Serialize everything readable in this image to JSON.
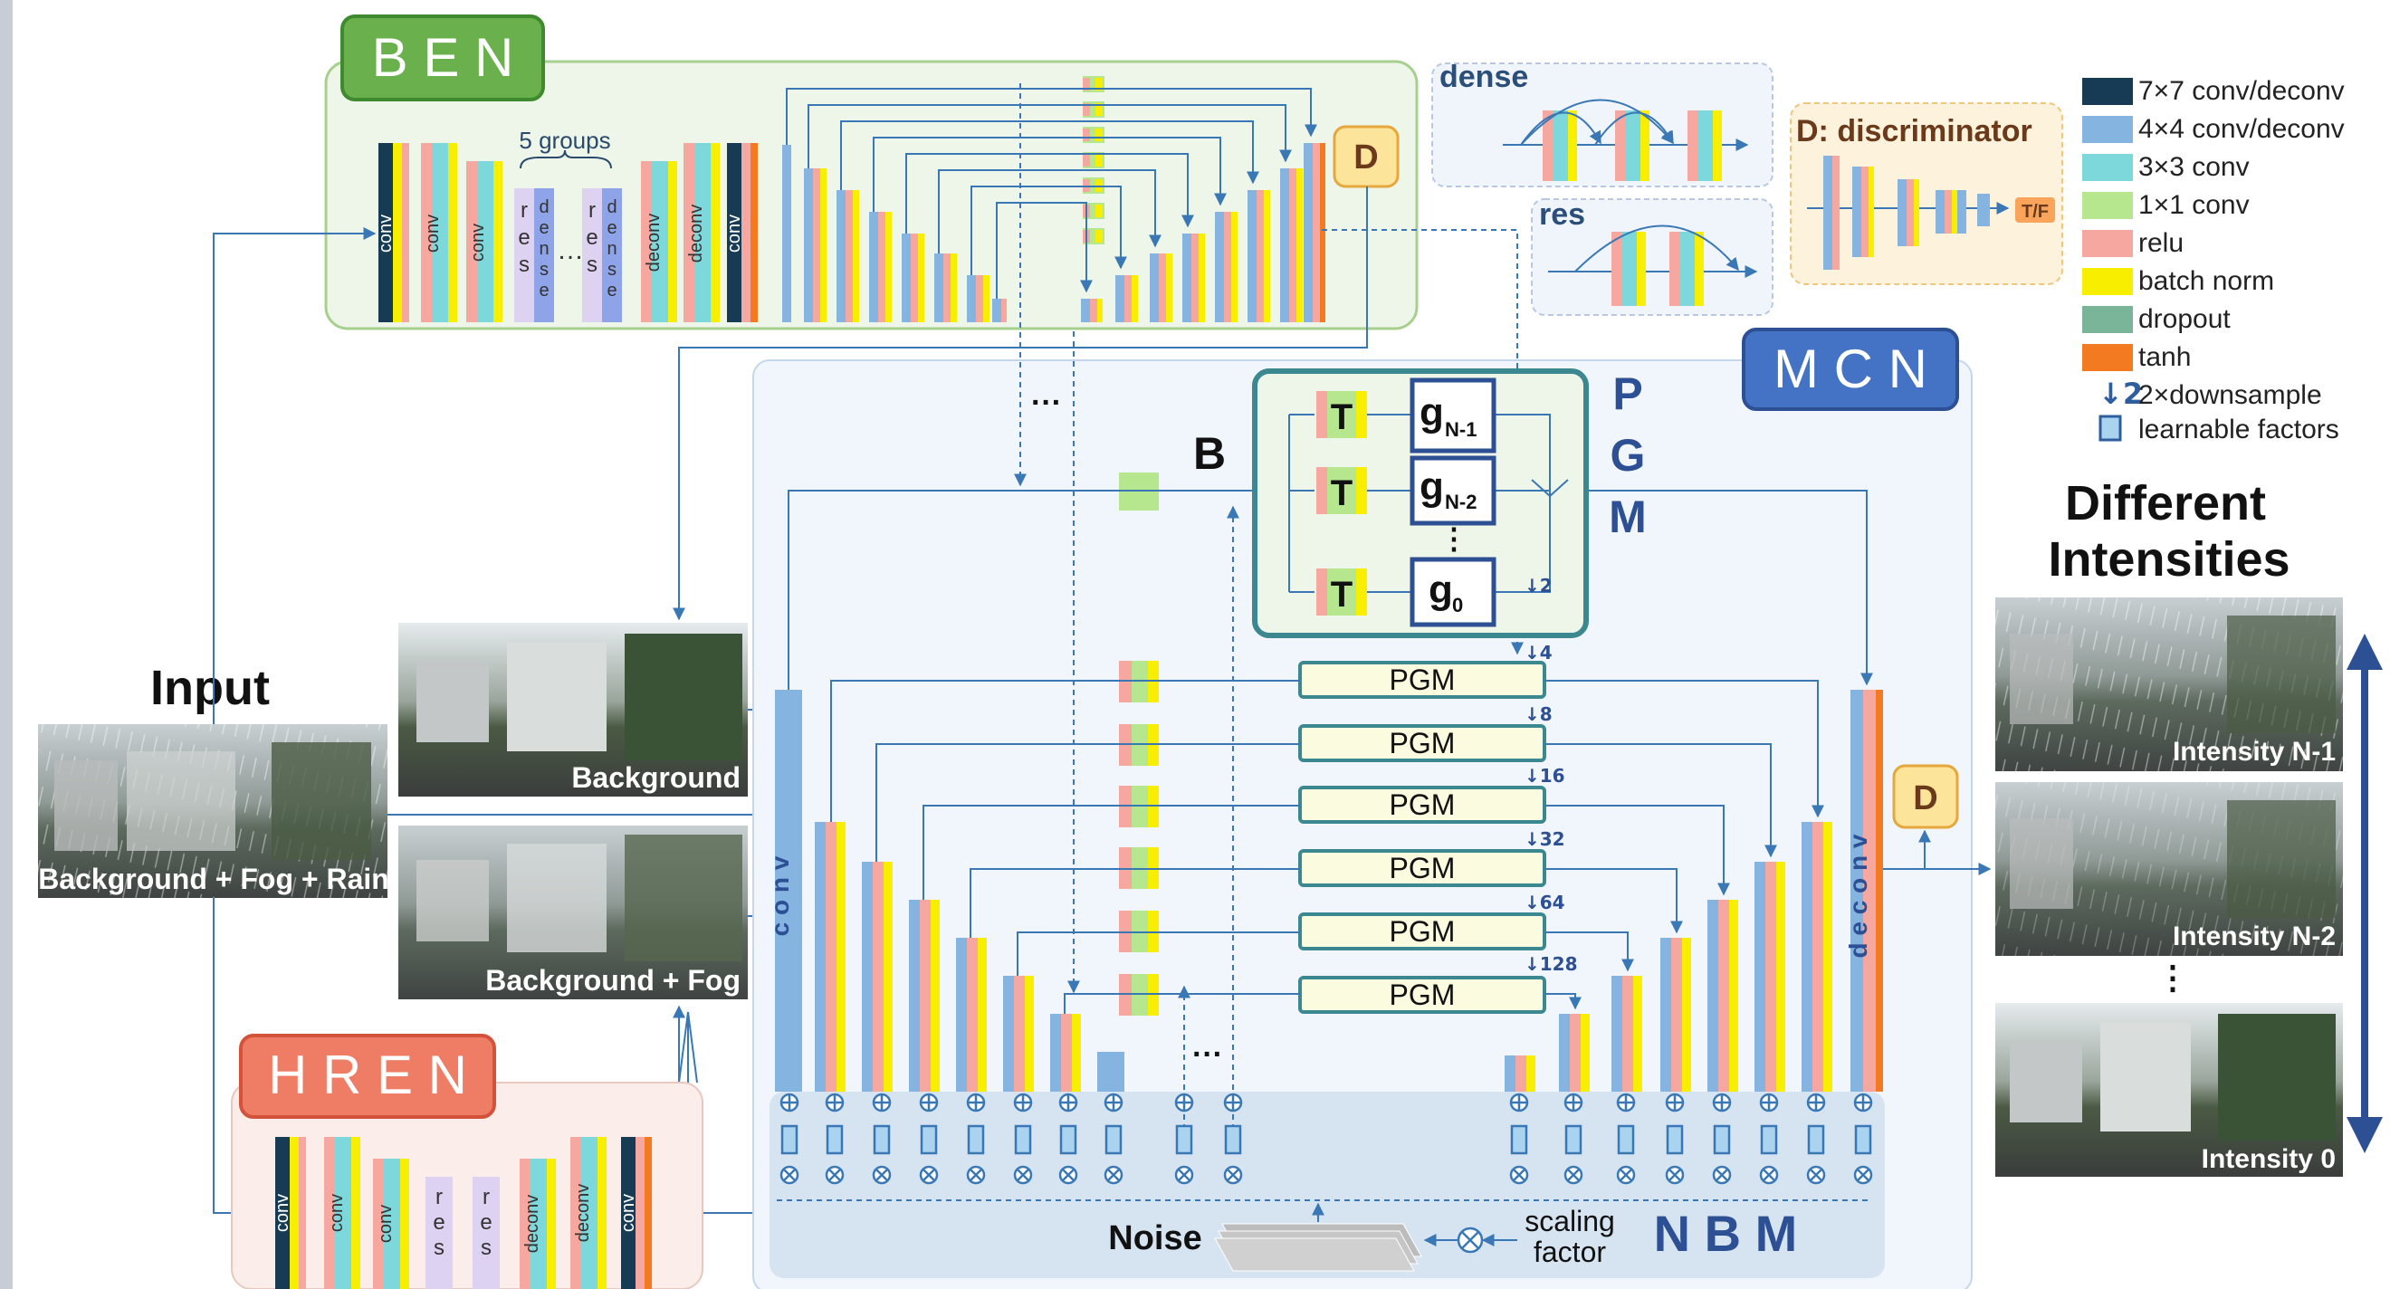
{
  "modules": {
    "ben": "B E N",
    "hren": "H R E N",
    "mcn": "M C N",
    "nbm": "N B M",
    "pgm_side": [
      "P",
      "G",
      "M"
    ],
    "b_label": "B",
    "d_label": "D"
  },
  "input": {
    "title": "Input",
    "image_caption": "Background + Fog + Rain"
  },
  "intermediate": {
    "background": "Background",
    "background_fog": "Background + Fog"
  },
  "ben": {
    "groups_label": "5 groups",
    "ellipsis": "…",
    "layers": {
      "conv": "conv",
      "res": "res",
      "dense": "dense",
      "deconv": "deconv"
    }
  },
  "pgm_box": {
    "t_label": "T",
    "g_prefix": "g",
    "g_subscripts": [
      "N-1",
      "N-2",
      "0"
    ],
    "vdots": "⋮",
    "down2": "↓2"
  },
  "pgm_rows": {
    "label": "PGM",
    "downsample_labels": [
      "↓4",
      "↓8",
      "↓16",
      "↓32",
      "↓64",
      "↓128"
    ]
  },
  "mcn": {
    "conv": "c o n v",
    "deconv": "d e c o n v",
    "ellipsis": "···"
  },
  "noise": {
    "label": "Noise",
    "scaling": [
      "scaling",
      "factor"
    ]
  },
  "blocks": {
    "dense_title": "dense",
    "res_title": "res",
    "disc_title": "D: discriminator",
    "tf_label": "T/F"
  },
  "legend": [
    {
      "label": "7×7 conv/deconv",
      "color": "#173b55"
    },
    {
      "label": "4×4 conv/deconv",
      "color": "#86b4e0"
    },
    {
      "label": "3×3 conv",
      "color": "#7dd8dc"
    },
    {
      "label": "1×1 conv",
      "color": "#b6e78e"
    },
    {
      "label": "relu",
      "color": "#f6a7a0"
    },
    {
      "label": "batch norm",
      "color": "#f8ef00"
    },
    {
      "label": "dropout",
      "color": "#7ab59a"
    },
    {
      "label": "tanh",
      "color": "#f47a22"
    },
    {
      "label": "2×downsample",
      "color": "#2e5e9e"
    },
    {
      "label": "learnable factors",
      "color": "#a9d3ee"
    }
  ],
  "output": {
    "title_line1": "Different",
    "title_line2": "Intensities",
    "captions": [
      "Intensity N-1",
      "Intensity N-2",
      "Intensity 0"
    ],
    "vdots": "⋮"
  },
  "colors": {
    "ben_badge": "#6ab04c",
    "hren_badge": "#ef7d66",
    "mcn_badge": "#4472c4",
    "arrow": "#3a78b5",
    "pgm_frame": "#3b8891"
  }
}
